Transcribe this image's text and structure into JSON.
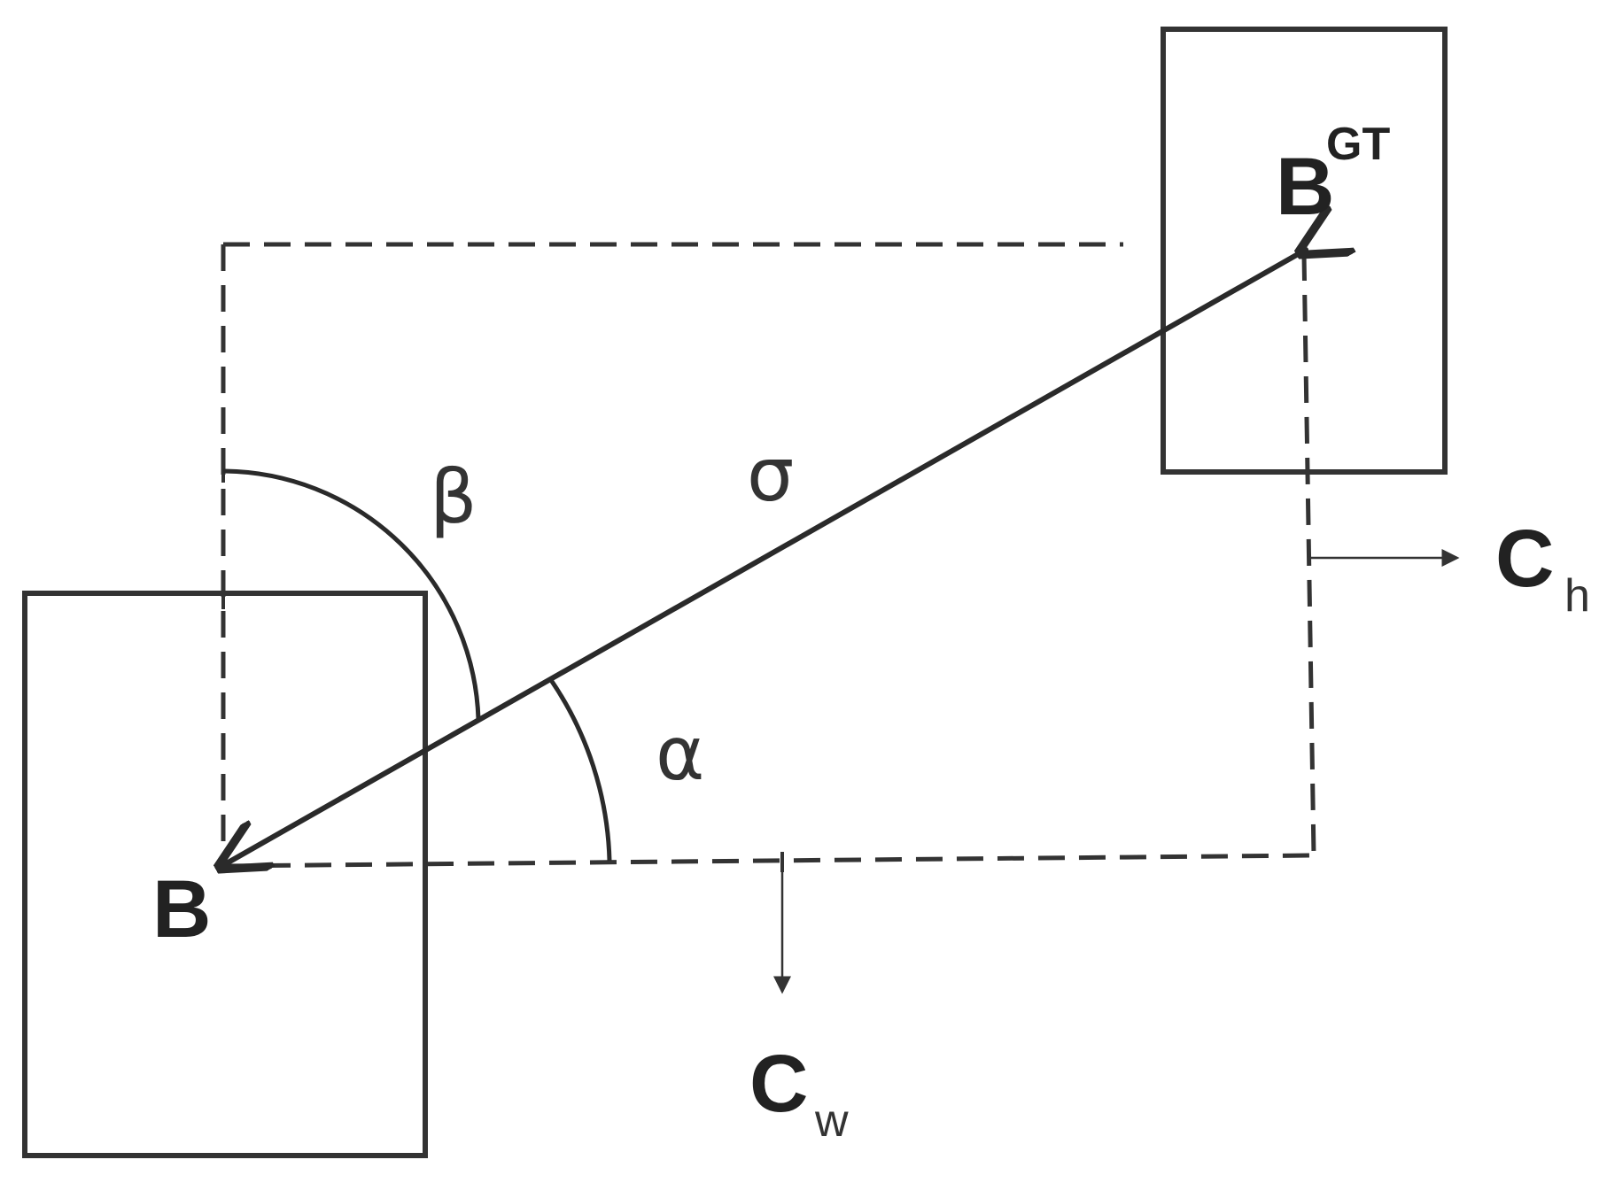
{
  "labels": {
    "box_b": "B",
    "box_gt": "B",
    "box_gt_superscript": "GT",
    "sigma": "σ",
    "alpha": "α",
    "beta": "β",
    "c_h": "C",
    "c_h_subscript": "h",
    "c_w": "C",
    "c_w_subscript": "w"
  }
}
